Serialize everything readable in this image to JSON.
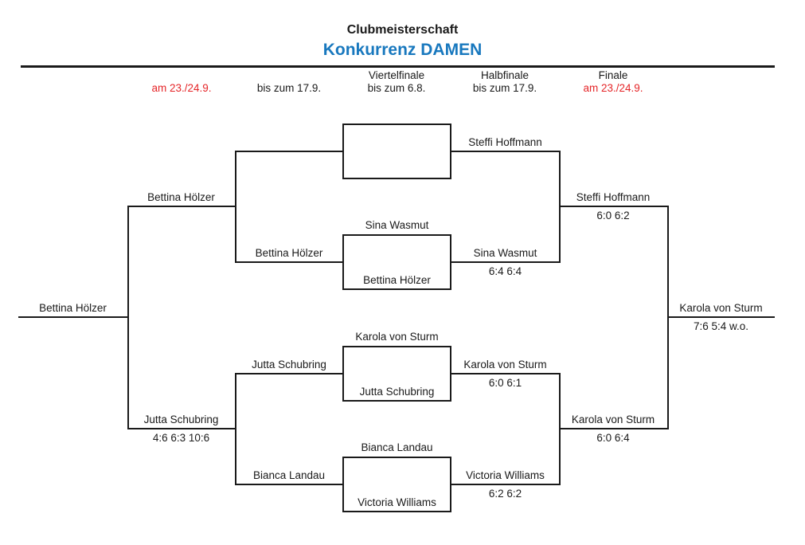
{
  "colors": {
    "ink": "#1A1A1A",
    "accent_blue": "#1878BE",
    "accent_red": "#E52528"
  },
  "header": {
    "title": "Clubmeisterschaft",
    "subtitle": "Konkurrenz DAMEN"
  },
  "rounds": [
    {
      "name": "",
      "date": "am 23./24.9."
    },
    {
      "name": "",
      "date": "bis zum 17.9."
    },
    {
      "name": "Viertelfinale",
      "date": "bis zum 6.8."
    },
    {
      "name": "Halbfinale",
      "date": "bis zum 17.9."
    },
    {
      "name": "Finale",
      "date": "am 23./24.9."
    }
  ],
  "quarterfinals": [
    {
      "top": "",
      "bottom": "",
      "winner": "Steffi Hoffmann",
      "score": "",
      "loser": ""
    },
    {
      "top": "Sina Wasmut",
      "bottom": "Bettina Hölzer",
      "winner": "Sina Wasmut",
      "score": "6:4 6:4",
      "loser": "Bettina Hölzer"
    },
    {
      "top": "Karola von Sturm",
      "bottom": "Jutta Schubring",
      "winner": "Karola von Sturm",
      "score": "6:0 6:1",
      "loser": "Jutta Schubring"
    },
    {
      "top": "Bianca Landau",
      "bottom": "Victoria Williams",
      "winner": "Victoria Williams",
      "score": "6:2 6:2",
      "loser": "Bianca Landau"
    }
  ],
  "semifinals": [
    {
      "winner": "Steffi Hoffmann",
      "score": "6:0 6:2"
    },
    {
      "winner": "Karola von Sturm",
      "score": "6:0 6:4"
    }
  ],
  "final": {
    "winner": "Karola von Sturm",
    "score": "7:6 5:4 w.o."
  },
  "consolation": {
    "semifinals": [
      {
        "winner": "Bettina Hölzer",
        "score": ""
      },
      {
        "winner": "Jutta Schubring",
        "score": "4:6 6:3 10:6"
      }
    ],
    "final": {
      "winner": "Bettina Hölzer",
      "score": ""
    }
  }
}
